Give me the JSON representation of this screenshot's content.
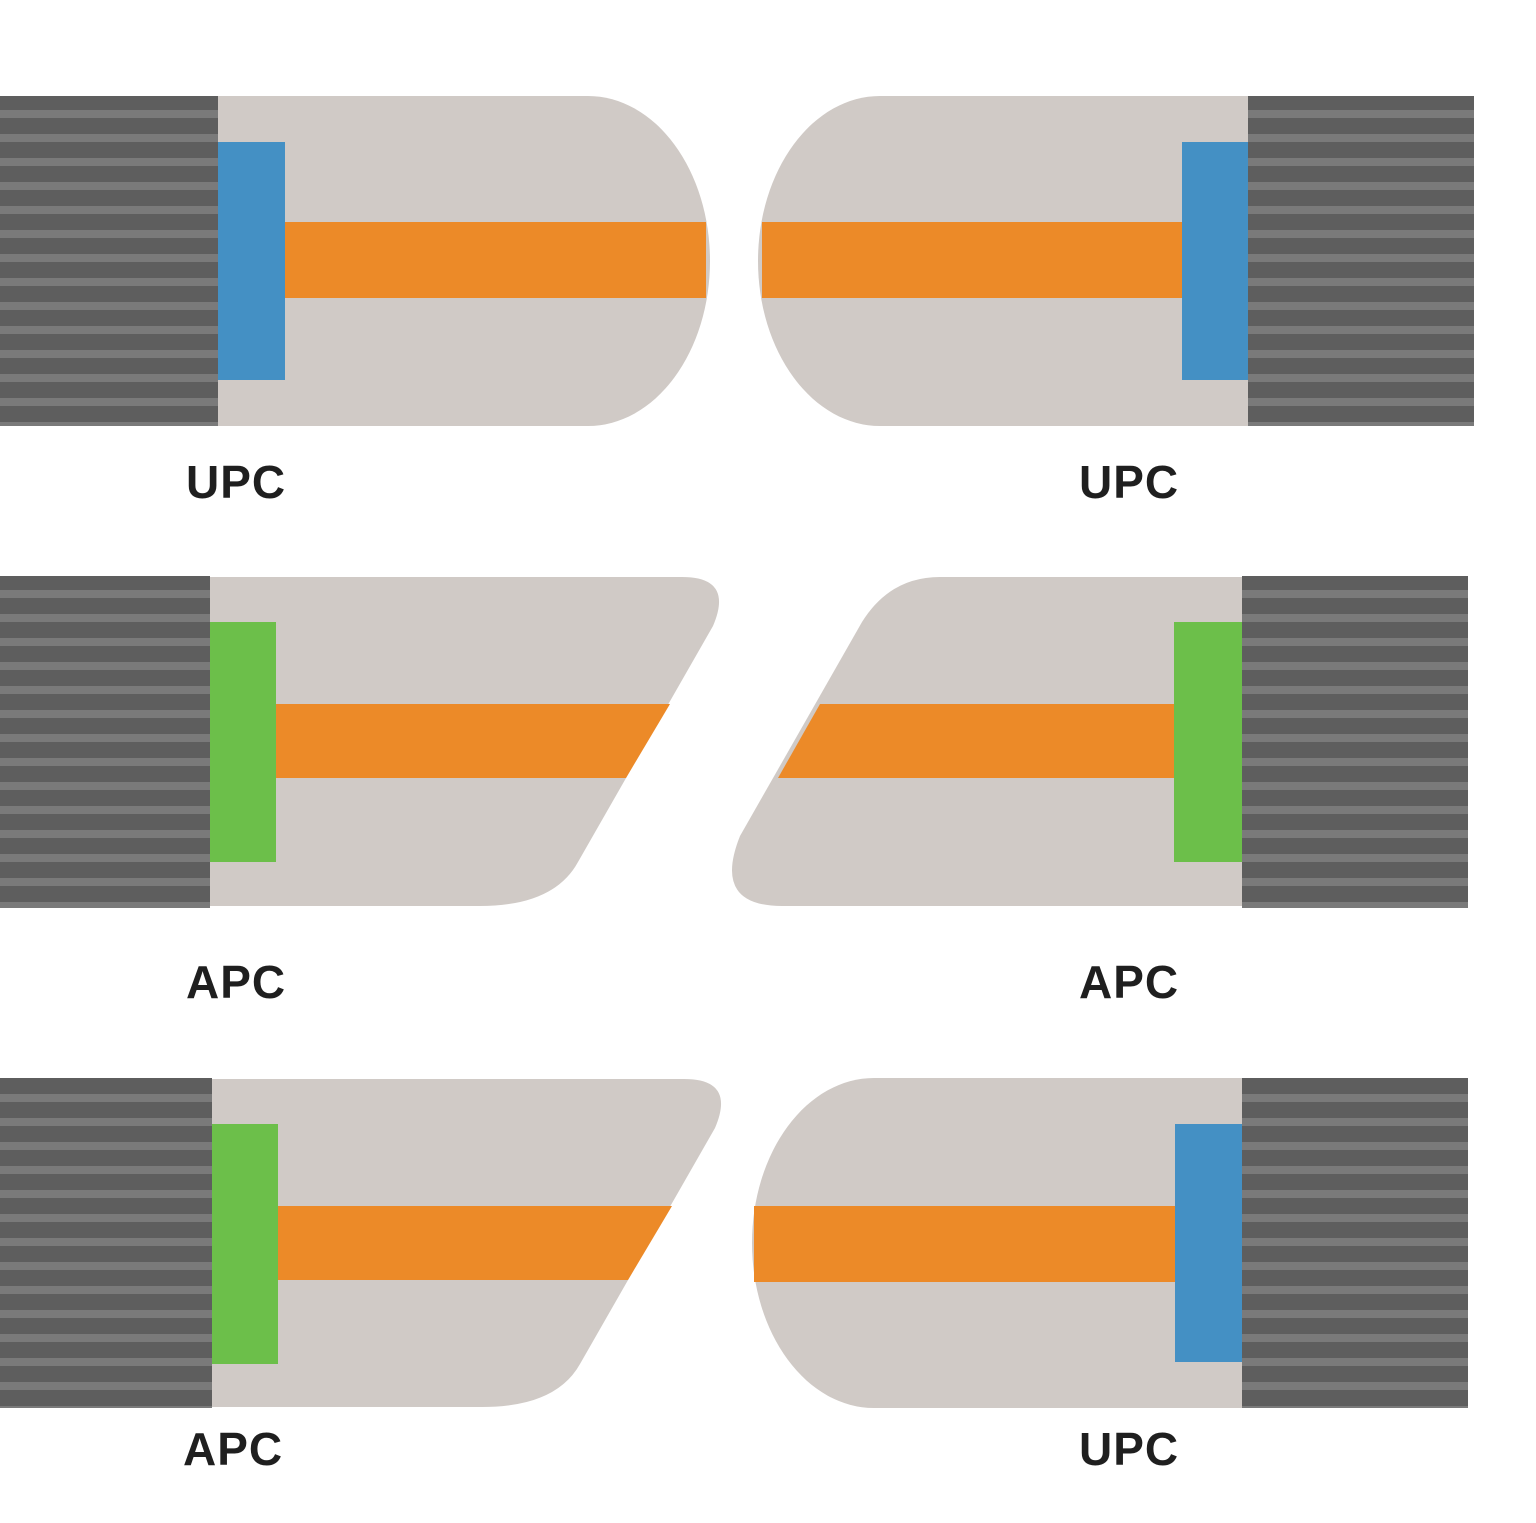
{
  "colors": {
    "background": "#ffffff",
    "cable_dark": "#5e5e5e",
    "cable_stripe": "#7a7a7a",
    "ferrule": "#d0cac6",
    "fiber_core": "#ec8a28",
    "upc_sleeve": "#4490c4",
    "apc_sleeve": "#6cbf4a",
    "label_text": "#1f1f1f"
  },
  "rows": [
    {
      "left": {
        "type": "UPC",
        "label": "UPC"
      },
      "right": {
        "type": "UPC",
        "label": "UPC"
      }
    },
    {
      "left": {
        "type": "APC",
        "label": "APC"
      },
      "right": {
        "type": "APC",
        "label": "APC"
      }
    },
    {
      "left": {
        "type": "APC",
        "label": "APC"
      },
      "right": {
        "type": "UPC",
        "label": "UPC"
      }
    }
  ]
}
